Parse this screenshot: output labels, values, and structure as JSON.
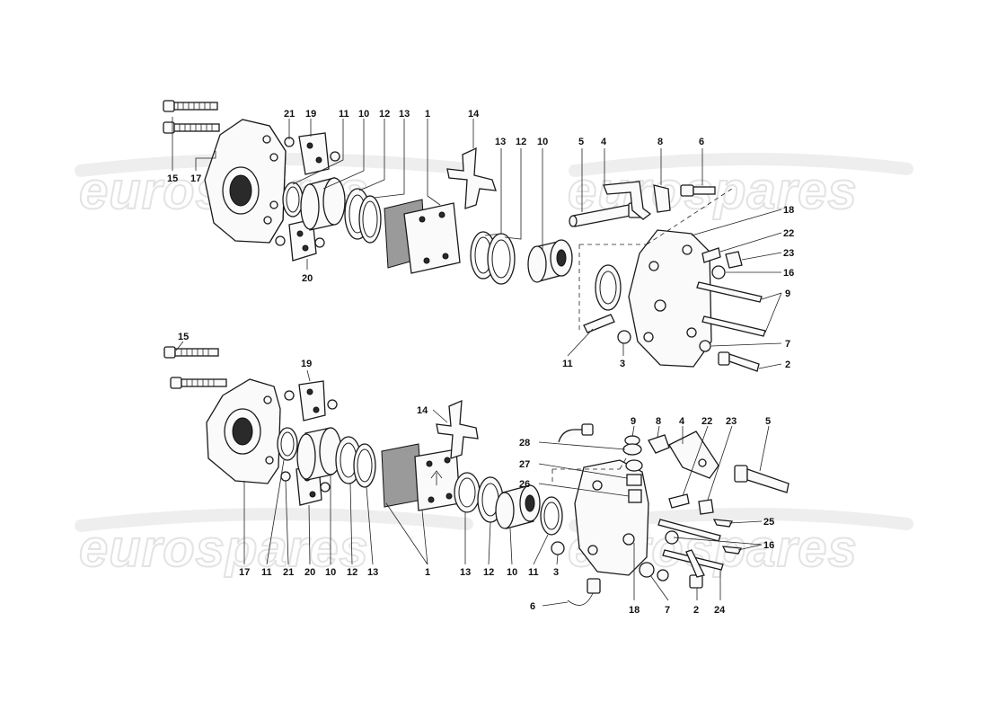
{
  "watermark": {
    "text": "eurospares",
    "color": "#e3e3e3"
  },
  "colors": {
    "ink": "#1a1a1a",
    "background": "#ffffff",
    "pad_lining": "#9a9a9a"
  },
  "callouts": {
    "top": [
      {
        "id": "t-15",
        "label": "15"
      },
      {
        "id": "t-17",
        "label": "17"
      },
      {
        "id": "t-21",
        "label": "21"
      },
      {
        "id": "t-19",
        "label": "19"
      },
      {
        "id": "t-11a",
        "label": "11"
      },
      {
        "id": "t-10a",
        "label": "10"
      },
      {
        "id": "t-12a",
        "label": "12"
      },
      {
        "id": "t-13a",
        "label": "13"
      },
      {
        "id": "t-1",
        "label": "1"
      },
      {
        "id": "t-14",
        "label": "14"
      },
      {
        "id": "t-13b",
        "label": "13"
      },
      {
        "id": "t-12b",
        "label": "12"
      },
      {
        "id": "t-10b",
        "label": "10"
      },
      {
        "id": "t-20",
        "label": "20"
      },
      {
        "id": "t-5",
        "label": "5"
      },
      {
        "id": "t-4",
        "label": "4"
      },
      {
        "id": "t-8",
        "label": "8"
      },
      {
        "id": "t-6",
        "label": "6"
      },
      {
        "id": "t-18",
        "label": "18"
      },
      {
        "id": "t-22",
        "label": "22"
      },
      {
        "id": "t-23",
        "label": "23"
      },
      {
        "id": "t-16",
        "label": "16"
      },
      {
        "id": "t-9",
        "label": "9"
      },
      {
        "id": "t-7",
        "label": "7"
      },
      {
        "id": "t-2",
        "label": "2"
      },
      {
        "id": "t-3",
        "label": "3"
      },
      {
        "id": "t-11b",
        "label": "11"
      }
    ],
    "bottom": [
      {
        "id": "b-15",
        "label": "15"
      },
      {
        "id": "b-19",
        "label": "19"
      },
      {
        "id": "b-14",
        "label": "14"
      },
      {
        "id": "b-17",
        "label": "17"
      },
      {
        "id": "b-11a",
        "label": "11"
      },
      {
        "id": "b-21",
        "label": "21"
      },
      {
        "id": "b-20",
        "label": "20"
      },
      {
        "id": "b-10a",
        "label": "10"
      },
      {
        "id": "b-12a",
        "label": "12"
      },
      {
        "id": "b-13a",
        "label": "13"
      },
      {
        "id": "b-1",
        "label": "1"
      },
      {
        "id": "b-13b",
        "label": "13"
      },
      {
        "id": "b-12b",
        "label": "12"
      },
      {
        "id": "b-10b",
        "label": "10"
      },
      {
        "id": "b-11b",
        "label": "11"
      },
      {
        "id": "b-3",
        "label": "3"
      },
      {
        "id": "b-28",
        "label": "28"
      },
      {
        "id": "b-27",
        "label": "27"
      },
      {
        "id": "b-26",
        "label": "26"
      },
      {
        "id": "b-9",
        "label": "9"
      },
      {
        "id": "b-8",
        "label": "8"
      },
      {
        "id": "b-4",
        "label": "4"
      },
      {
        "id": "b-22",
        "label": "22"
      },
      {
        "id": "b-23",
        "label": "23"
      },
      {
        "id": "b-5",
        "label": "5"
      },
      {
        "id": "b-25",
        "label": "25"
      },
      {
        "id": "b-16",
        "label": "16"
      },
      {
        "id": "b-6",
        "label": "6"
      },
      {
        "id": "b-18",
        "label": "18"
      },
      {
        "id": "b-7",
        "label": "7"
      },
      {
        "id": "b-2",
        "label": "2"
      },
      {
        "id": "b-24",
        "label": "24"
      }
    ]
  }
}
